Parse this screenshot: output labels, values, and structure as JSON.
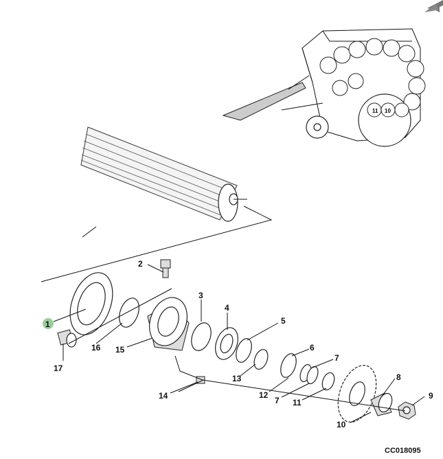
{
  "diagram": {
    "drawing_code": "CC018095",
    "highlight_color": "#9ccc9c",
    "callouts": [
      "1",
      "2",
      "3",
      "4",
      "5",
      "6",
      "7",
      "7",
      "8",
      "9",
      "10",
      "11",
      "12",
      "13",
      "14",
      "15",
      "16",
      "17"
    ],
    "selected_callout": "1"
  },
  "corner_icon": "collapse-arrow-icon"
}
